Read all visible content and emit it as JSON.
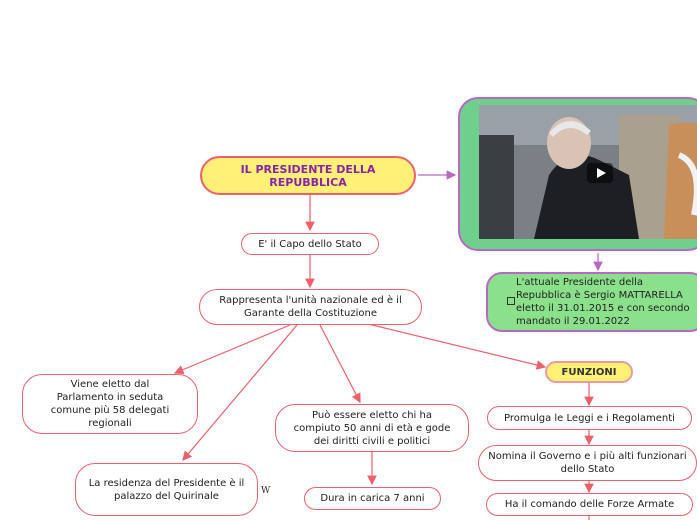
{
  "root": {
    "title": "IL PRESIDENTE DELLA REPUBBLICA"
  },
  "nodes": {
    "capo_stato": "E' il Capo dello Stato",
    "unita_nazionale": "Rappresenta l'unità nazionale ed è il Garante della Costituzione",
    "eletto_parlamento": "Viene eletto dal Parlamento in seduta comune più 58 delegati regionali",
    "requisiti": "Può essere eletto chi ha compiuto 50 anni di età e gode dei diritti civili e politici",
    "durata": "Dura in carica 7 anni",
    "residenza": "La residenza del Presidente è il palazzo del Quirinale",
    "attuale": "L'attuale Presidente della Repubblica è Sergio MATTARELLA eletto il 31.01.2015 e con secondo mandato il 29.01.2022"
  },
  "funzioni": {
    "title": "FUNZIONI",
    "items": [
      "Promulga le Leggi e i Regolamenti",
      "Nomina il Governo e i più alti funzionari dello Stato",
      "Ha il comando delle Forze Armate"
    ]
  },
  "stray_text": "W",
  "icons": {
    "video_play": "play-icon",
    "note": "checkbox-icon"
  },
  "colors": {
    "root_fill": "#fff176",
    "root_text": "#8e24aa",
    "link": "#f0606a",
    "video_link": "#ba68c8",
    "green_node": "#8be08b"
  }
}
